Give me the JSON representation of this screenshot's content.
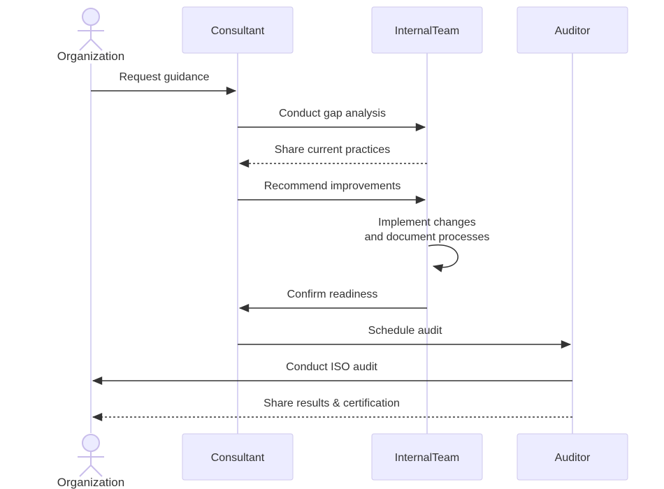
{
  "diagram": {
    "type": "sequence",
    "actors": [
      {
        "id": "organization",
        "label": "Organization",
        "kind": "actor"
      },
      {
        "id": "consultant",
        "label": "Consultant",
        "kind": "participant"
      },
      {
        "id": "internalteam",
        "label": "InternalTeam",
        "kind": "participant"
      },
      {
        "id": "auditor",
        "label": "Auditor",
        "kind": "participant"
      }
    ],
    "messages": [
      {
        "from": "organization",
        "to": "consultant",
        "text": "Request guidance",
        "line": "solid"
      },
      {
        "from": "consultant",
        "to": "internalteam",
        "text": "Conduct gap analysis",
        "line": "solid"
      },
      {
        "from": "internalteam",
        "to": "consultant",
        "text": "Share current practices",
        "line": "dashed"
      },
      {
        "from": "consultant",
        "to": "internalteam",
        "text": "Recommend improvements",
        "line": "solid"
      },
      {
        "from": "internalteam",
        "to": "internalteam",
        "text": "Implement changes\nand document processes",
        "line": "solid"
      },
      {
        "from": "internalteam",
        "to": "consultant",
        "text": "Confirm readiness",
        "line": "solid"
      },
      {
        "from": "consultant",
        "to": "auditor",
        "text": "Schedule audit",
        "line": "solid"
      },
      {
        "from": "auditor",
        "to": "organization",
        "text": "Conduct ISO audit",
        "line": "solid"
      },
      {
        "from": "auditor",
        "to": "organization",
        "text": "Share results & certification",
        "line": "dashed"
      }
    ],
    "colors": {
      "background": "#ffffff",
      "actor_fill": "#ECECFF",
      "actor_border": "#CFC8EC",
      "figure": "#C9BDEB",
      "lifeline": "#CBC5EF",
      "arrow": "#333333",
      "text": "#333333"
    }
  }
}
